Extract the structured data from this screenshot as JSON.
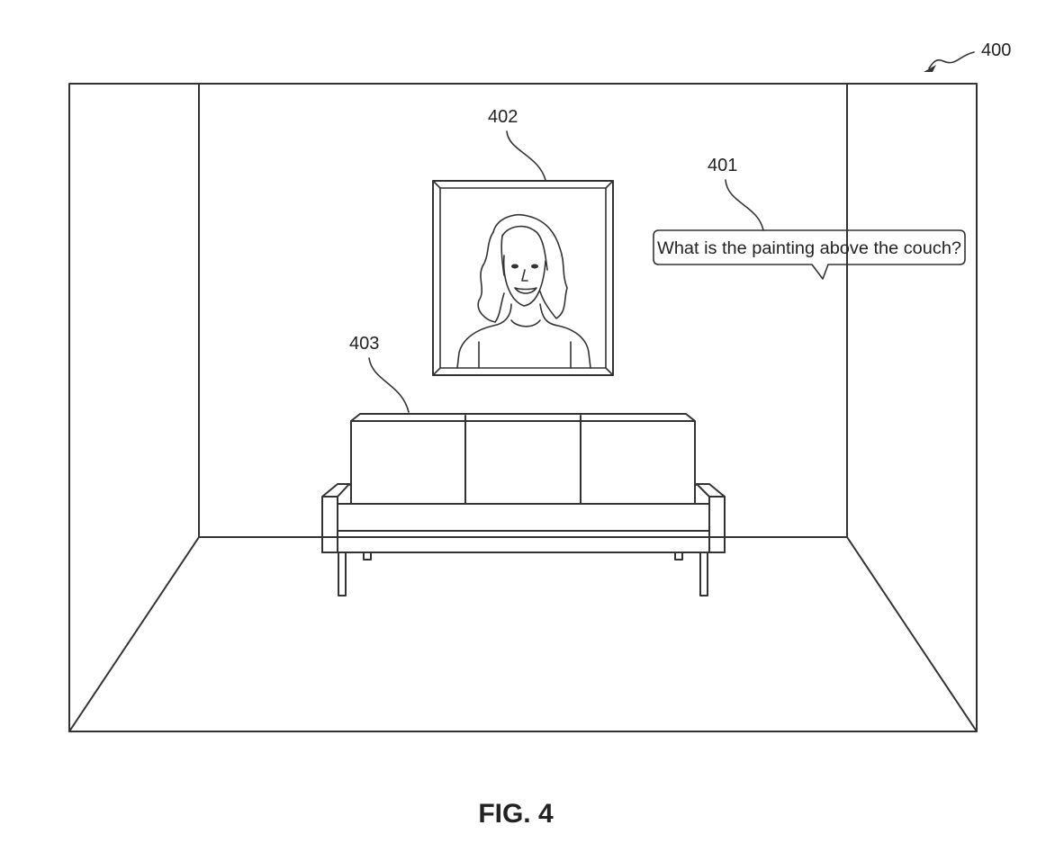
{
  "figure": {
    "caption": "FIG. 4",
    "ref_room": "400",
    "ref_bubble": "401",
    "ref_painting": "402",
    "ref_couch": "403",
    "bubble_text": "What is the painting above the couch?"
  }
}
